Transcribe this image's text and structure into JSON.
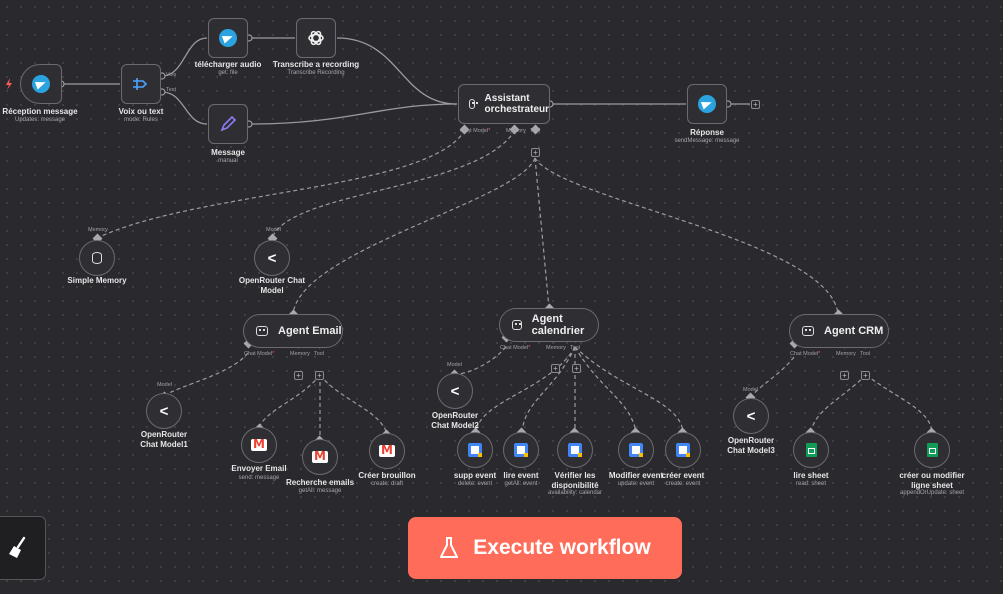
{
  "nodes": {
    "reception": {
      "title": "Réception message",
      "sub": "Updates: message"
    },
    "voix": {
      "title": "Voix ou text",
      "sub": "mode: Rules",
      "out1": "Voix",
      "out2": "Text"
    },
    "telecharger": {
      "title": "télécharger audio",
      "sub": "get: file"
    },
    "transcribe": {
      "title": "Transcribe a recording",
      "sub": "Transcribe Recording"
    },
    "message": {
      "title": "Message",
      "sub": "manual"
    },
    "orchestrateur": {
      "title": "Assistant orchestrateur",
      "port_chat": "Chat Model",
      "port_memory": "Memory",
      "port_tool": "Tool"
    },
    "reponse": {
      "title": "Réponse",
      "sub": "sendMessage: message"
    },
    "simple_memory": {
      "title": "Simple Memory",
      "port": "Memory"
    },
    "openrouter": {
      "title": "OpenRouter Chat Model",
      "port": "Model"
    },
    "agent_email": {
      "title": "Agent Email",
      "port_chat": "Chat Model",
      "port_memory": "Memory",
      "port_tool": "Tool"
    },
    "agent_cal": {
      "title": "Agent calendrier",
      "port_chat": "Chat Model",
      "port_memory": "Memory",
      "port_tool": "Tool"
    },
    "agent_crm": {
      "title": "Agent CRM",
      "port_chat": "Chat Model",
      "port_memory": "Memory",
      "port_tool": "Tool"
    },
    "openrouter1": {
      "title": "OpenRouter Chat Model1",
      "port": "Model"
    },
    "envoyer_email": {
      "title": "Envoyer Email",
      "sub": "send: message"
    },
    "recherche_emails": {
      "title": "Recherche emails",
      "sub": "getAll: message"
    },
    "creer_brouillon": {
      "title": "Créer brouillon",
      "sub": "create: draft"
    },
    "openrouter2": {
      "title": "OpenRouter Chat Model2",
      "port": "Model"
    },
    "supp_event": {
      "title": "supp event",
      "sub": "delete: event"
    },
    "lire_event": {
      "title": "lire event",
      "sub": "getAll: event"
    },
    "verifier": {
      "title": "Vérifier les disponibilité",
      "sub": "availability: calendar"
    },
    "modifier_event": {
      "title": "Modifier event",
      "sub": "update: event"
    },
    "creer_event": {
      "title": "créer event",
      "sub": "create: event"
    },
    "openrouter3": {
      "title": "OpenRouter Chat Model3",
      "port": "Model"
    },
    "lire_sheet": {
      "title": "lire sheet",
      "sub": "read: sheet"
    },
    "creer_sheet": {
      "title": "créer ou modifier ligne sheet",
      "sub": "appendOrUpdate: sheet"
    }
  },
  "execute_button": {
    "label": "Execute workflow"
  },
  "colors": {
    "accent": "#ff6d5a",
    "telegram": "#2aa3e0",
    "canvas": "#2a2a2e"
  },
  "icons": {
    "trigger": "lightning-icon",
    "telegram": "telegram-icon",
    "switch": "switch-icon",
    "openai": "openai-icon",
    "edit": "pencil-icon",
    "agent": "robot-icon",
    "memory": "database-icon",
    "model": "openrouter-icon",
    "gmail": "gmail-icon",
    "calendar": "google-calendar-icon",
    "sheets": "google-sheets-icon",
    "execute": "flask-icon",
    "clean": "broom-icon"
  }
}
